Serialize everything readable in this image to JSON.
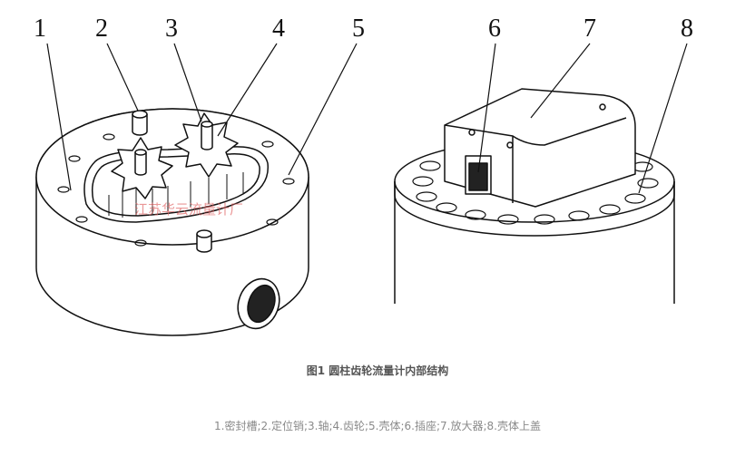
{
  "labels": {
    "n1": "1",
    "n2": "2",
    "n3": "3",
    "n4": "4",
    "n5": "5",
    "n6": "6",
    "n7": "7",
    "n8": "8"
  },
  "watermark": "江苏华云流量计厂",
  "caption": "图1 圆柱齿轮流量计内部结构",
  "legend": "1.密封槽;2.定位销;3.轴;4.齿轮;5.壳体;6.插座;7.放大器;8.壳体上盖"
}
